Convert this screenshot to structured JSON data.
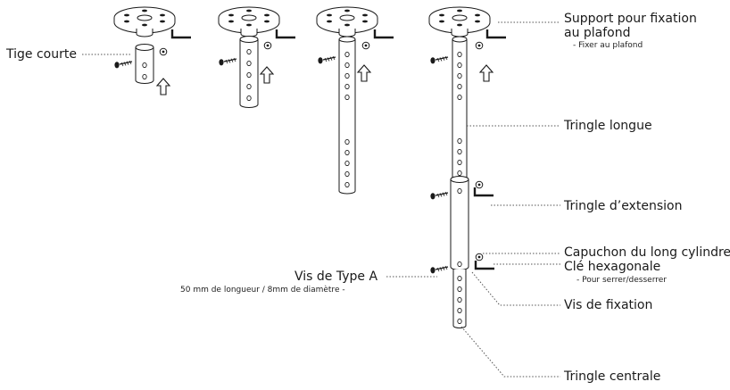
{
  "labels": {
    "short_rod": "Tige courte",
    "ceiling_mount_line1": "Support pour fixation",
    "ceiling_mount_line2": "au plafond",
    "ceiling_mount_sub": "- Fixer au plafond",
    "long_rod": "Tringle longue",
    "extension_rod": "Tringle d’extension",
    "long_cylinder_cap": "Capuchon du long cylindre",
    "hex_key": "Clé hexagonale",
    "hex_key_sub": "- Pour serrer/desserrer",
    "screw_type_a": "Vis de Type A",
    "screw_type_a_sub": "50 mm de longueur / 8mm de diamètre -",
    "fixing_screw": "Vis de fixation",
    "center_rod": "Tringle centrale"
  },
  "colors": {
    "ink": "#1a1a1a",
    "dotted_line": "#555555"
  }
}
